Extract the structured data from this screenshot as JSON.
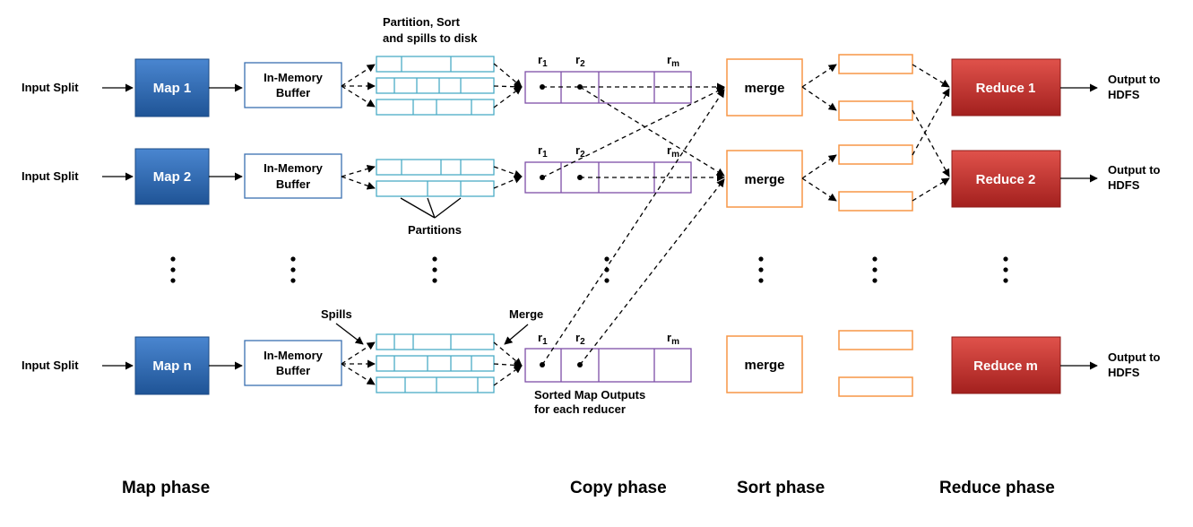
{
  "labels": {
    "input_split": "Input Split",
    "in_memory_1": "In-Memory",
    "in_memory_2": "Buffer",
    "partition_note_1": "Partition, Sort",
    "partition_note_2": "and spills to disk",
    "partitions": "Partitions",
    "spills": "Spills",
    "merge_note": "Merge",
    "sorted_outputs_1": "Sorted Map Outputs",
    "sorted_outputs_2": "for each reducer",
    "merge": "merge",
    "output_1": "Output to",
    "output_2": "HDFS",
    "r": "r",
    "r1_sub": "1",
    "r2_sub": "2",
    "rm_sub": "m"
  },
  "map_tasks": [
    "Map 1",
    "Map 2",
    "Map n"
  ],
  "reduce_tasks": [
    "Reduce 1",
    "Reduce 2",
    "Reduce m"
  ],
  "phases": [
    "Map phase",
    "Copy phase",
    "Sort phase",
    "Reduce phase"
  ],
  "colors": {
    "map_fill": "#2E6DB8",
    "reduce_fill": "#C8322F",
    "buffer_stroke": "#3A6FB0",
    "spill_stroke": "#4BACC6",
    "copy_stroke": "#7E4FA8",
    "sort_stroke": "#F79646"
  }
}
